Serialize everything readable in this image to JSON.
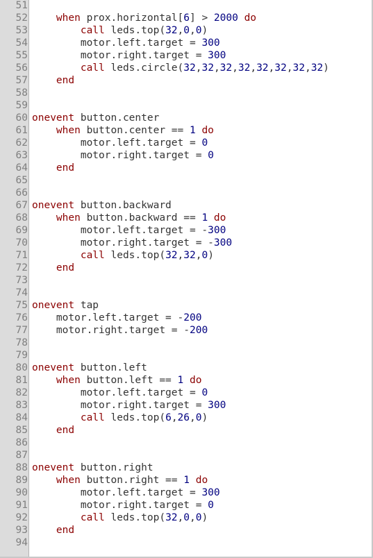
{
  "editor": {
    "colors": {
      "keyword": "#8b0000",
      "number": "#000080",
      "text": "#333333",
      "line_number": "#7f7f7f",
      "gutter_bg": "#dcdcdc"
    },
    "lines": [
      {
        "n": "51",
        "tokens": []
      },
      {
        "n": "52",
        "tokens": [
          [
            "t",
            "    "
          ],
          [
            "k",
            "when"
          ],
          [
            "t",
            " prox.horizontal["
          ],
          [
            "n",
            "6"
          ],
          [
            "t",
            "] > "
          ],
          [
            "n",
            "2000"
          ],
          [
            "t",
            " "
          ],
          [
            "k",
            "do"
          ]
        ]
      },
      {
        "n": "53",
        "tokens": [
          [
            "t",
            "        "
          ],
          [
            "k",
            "call"
          ],
          [
            "t",
            " leds.top("
          ],
          [
            "n",
            "32"
          ],
          [
            "t",
            ","
          ],
          [
            "n",
            "0"
          ],
          [
            "t",
            ","
          ],
          [
            "n",
            "0"
          ],
          [
            "t",
            ")"
          ]
        ]
      },
      {
        "n": "54",
        "tokens": [
          [
            "t",
            "        motor.left.target = "
          ],
          [
            "n",
            "300"
          ]
        ]
      },
      {
        "n": "55",
        "tokens": [
          [
            "t",
            "        motor.right.target = "
          ],
          [
            "n",
            "300"
          ]
        ]
      },
      {
        "n": "56",
        "tokens": [
          [
            "t",
            "        "
          ],
          [
            "k",
            "call"
          ],
          [
            "t",
            " leds.circle("
          ],
          [
            "n",
            "32"
          ],
          [
            "t",
            ","
          ],
          [
            "n",
            "32"
          ],
          [
            "t",
            ","
          ],
          [
            "n",
            "32"
          ],
          [
            "t",
            ","
          ],
          [
            "n",
            "32"
          ],
          [
            "t",
            ","
          ],
          [
            "n",
            "32"
          ],
          [
            "t",
            ","
          ],
          [
            "n",
            "32"
          ],
          [
            "t",
            ","
          ],
          [
            "n",
            "32"
          ],
          [
            "t",
            ","
          ],
          [
            "n",
            "32"
          ],
          [
            "t",
            ")"
          ]
        ]
      },
      {
        "n": "57",
        "tokens": [
          [
            "t",
            "    "
          ],
          [
            "k",
            "end"
          ]
        ]
      },
      {
        "n": "58",
        "tokens": []
      },
      {
        "n": "59",
        "tokens": []
      },
      {
        "n": "60",
        "tokens": [
          [
            "k",
            "onevent"
          ],
          [
            "t",
            " button.center"
          ]
        ]
      },
      {
        "n": "61",
        "tokens": [
          [
            "t",
            "    "
          ],
          [
            "k",
            "when"
          ],
          [
            "t",
            " button.center == "
          ],
          [
            "n",
            "1"
          ],
          [
            "t",
            " "
          ],
          [
            "k",
            "do"
          ]
        ]
      },
      {
        "n": "62",
        "tokens": [
          [
            "t",
            "        motor.left.target = "
          ],
          [
            "n",
            "0"
          ]
        ]
      },
      {
        "n": "63",
        "tokens": [
          [
            "t",
            "        motor.right.target = "
          ],
          [
            "n",
            "0"
          ]
        ]
      },
      {
        "n": "64",
        "tokens": [
          [
            "t",
            "    "
          ],
          [
            "k",
            "end"
          ]
        ]
      },
      {
        "n": "65",
        "tokens": []
      },
      {
        "n": "66",
        "tokens": []
      },
      {
        "n": "67",
        "tokens": [
          [
            "k",
            "onevent"
          ],
          [
            "t",
            " button.backward"
          ]
        ]
      },
      {
        "n": "68",
        "tokens": [
          [
            "t",
            "    "
          ],
          [
            "k",
            "when"
          ],
          [
            "t",
            " button.backward == "
          ],
          [
            "n",
            "1"
          ],
          [
            "t",
            " "
          ],
          [
            "k",
            "do"
          ]
        ]
      },
      {
        "n": "69",
        "tokens": [
          [
            "t",
            "        motor.left.target = -"
          ],
          [
            "n",
            "300"
          ]
        ]
      },
      {
        "n": "70",
        "tokens": [
          [
            "t",
            "        motor.right.target = -"
          ],
          [
            "n",
            "300"
          ]
        ]
      },
      {
        "n": "71",
        "tokens": [
          [
            "t",
            "        "
          ],
          [
            "k",
            "call"
          ],
          [
            "t",
            " leds.top("
          ],
          [
            "n",
            "32"
          ],
          [
            "t",
            ","
          ],
          [
            "n",
            "32"
          ],
          [
            "t",
            ","
          ],
          [
            "n",
            "0"
          ],
          [
            "t",
            ")"
          ]
        ]
      },
      {
        "n": "72",
        "tokens": [
          [
            "t",
            "    "
          ],
          [
            "k",
            "end"
          ]
        ]
      },
      {
        "n": "73",
        "tokens": []
      },
      {
        "n": "74",
        "tokens": []
      },
      {
        "n": "75",
        "tokens": [
          [
            "k",
            "onevent"
          ],
          [
            "t",
            " tap"
          ]
        ]
      },
      {
        "n": "76",
        "tokens": [
          [
            "t",
            "    motor.left.target = -"
          ],
          [
            "n",
            "200"
          ]
        ]
      },
      {
        "n": "77",
        "tokens": [
          [
            "t",
            "    motor.right.target = -"
          ],
          [
            "n",
            "200"
          ]
        ]
      },
      {
        "n": "78",
        "tokens": []
      },
      {
        "n": "79",
        "tokens": []
      },
      {
        "n": "80",
        "tokens": [
          [
            "k",
            "onevent"
          ],
          [
            "t",
            " button.left"
          ]
        ]
      },
      {
        "n": "81",
        "tokens": [
          [
            "t",
            "    "
          ],
          [
            "k",
            "when"
          ],
          [
            "t",
            " button.left == "
          ],
          [
            "n",
            "1"
          ],
          [
            "t",
            " "
          ],
          [
            "k",
            "do"
          ]
        ]
      },
      {
        "n": "82",
        "tokens": [
          [
            "t",
            "        motor.left.target = "
          ],
          [
            "n",
            "0"
          ]
        ]
      },
      {
        "n": "83",
        "tokens": [
          [
            "t",
            "        motor.right.target = "
          ],
          [
            "n",
            "300"
          ]
        ]
      },
      {
        "n": "84",
        "tokens": [
          [
            "t",
            "        "
          ],
          [
            "k",
            "call"
          ],
          [
            "t",
            " leds.top("
          ],
          [
            "n",
            "6"
          ],
          [
            "t",
            ","
          ],
          [
            "n",
            "26"
          ],
          [
            "t",
            ","
          ],
          [
            "n",
            "0"
          ],
          [
            "t",
            ")"
          ]
        ]
      },
      {
        "n": "85",
        "tokens": [
          [
            "t",
            "    "
          ],
          [
            "k",
            "end"
          ]
        ]
      },
      {
        "n": "86",
        "tokens": []
      },
      {
        "n": "87",
        "tokens": []
      },
      {
        "n": "88",
        "tokens": [
          [
            "k",
            "onevent"
          ],
          [
            "t",
            " button.right"
          ]
        ]
      },
      {
        "n": "89",
        "tokens": [
          [
            "t",
            "    "
          ],
          [
            "k",
            "when"
          ],
          [
            "t",
            " button.right == "
          ],
          [
            "n",
            "1"
          ],
          [
            "t",
            " "
          ],
          [
            "k",
            "do"
          ]
        ]
      },
      {
        "n": "90",
        "tokens": [
          [
            "t",
            "        motor.left.target = "
          ],
          [
            "n",
            "300"
          ]
        ]
      },
      {
        "n": "91",
        "tokens": [
          [
            "t",
            "        motor.right.target = "
          ],
          [
            "n",
            "0"
          ]
        ]
      },
      {
        "n": "92",
        "tokens": [
          [
            "t",
            "        "
          ],
          [
            "k",
            "call"
          ],
          [
            "t",
            " leds.top("
          ],
          [
            "n",
            "32"
          ],
          [
            "t",
            ","
          ],
          [
            "n",
            "0"
          ],
          [
            "t",
            ","
          ],
          [
            "n",
            "0"
          ],
          [
            "t",
            ")"
          ]
        ]
      },
      {
        "n": "93",
        "tokens": [
          [
            "t",
            "    "
          ],
          [
            "k",
            "end"
          ]
        ]
      },
      {
        "n": "94",
        "tokens": []
      }
    ]
  }
}
